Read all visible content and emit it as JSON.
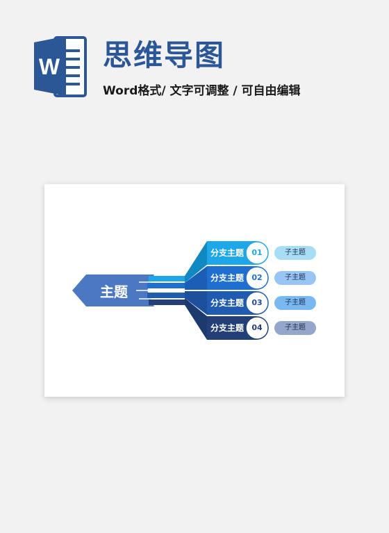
{
  "header": {
    "title": "思维导图",
    "subtitle": "Word格式/ 文字可调整 / 可自由编辑",
    "logo_letter": "W"
  },
  "mindmap": {
    "center": "主题",
    "branches": [
      {
        "label": "分支主题",
        "number": "01",
        "sub": "子主题",
        "color": "#1ea7e8",
        "pill": "#a8def5",
        "num_color": "#1ea7e8"
      },
      {
        "label": "分支主题",
        "number": "02",
        "sub": "子主题",
        "color": "#1e6fd0",
        "pill": "#98c5f4",
        "num_color": "#1e6fd0"
      },
      {
        "label": "分支主题",
        "number": "03",
        "sub": "子主题",
        "color": "#1f5cb0",
        "pill": "#7ab8f2",
        "num_color": "#1f4f9a"
      },
      {
        "label": "分支主题",
        "number": "04",
        "sub": "子主题",
        "color": "#243f78",
        "pill": "#94a6cc",
        "num_color": "#243f78"
      }
    ],
    "colors": {
      "center": "#4472c4",
      "accent": "#2b5797"
    }
  }
}
